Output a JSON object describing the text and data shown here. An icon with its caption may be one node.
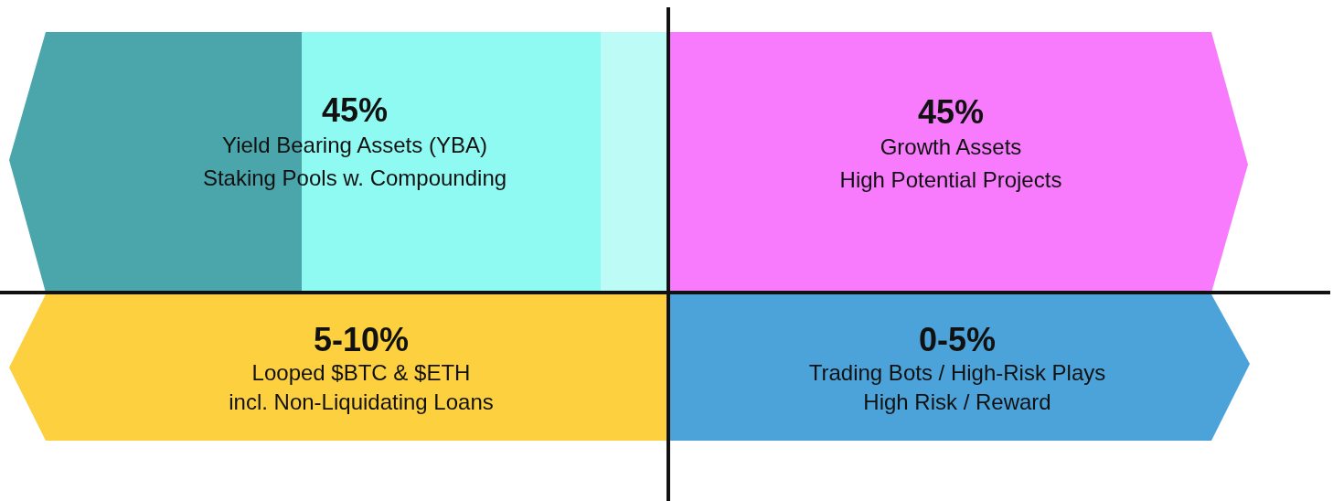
{
  "diagram": {
    "nodes": [
      {
        "text": [
          "45%",
          "Yield Bearing Assets (YBA)",
          "Staking Pools w. Compounding"
        ]
      },
      {
        "text": [
          "45%",
          "Growth Assets",
          "High Potential Projects"
        ]
      },
      {
        "text": [
          "5-10%",
          "Looped $BTC & $ETH",
          "incl. Non-Liquidating Loans"
        ]
      },
      {
        "text": [
          "0-5%",
          "Trading Bots / High-Risk Plays",
          "High Risk / Reward"
        ]
      }
    ],
    "edges": []
  }
}
